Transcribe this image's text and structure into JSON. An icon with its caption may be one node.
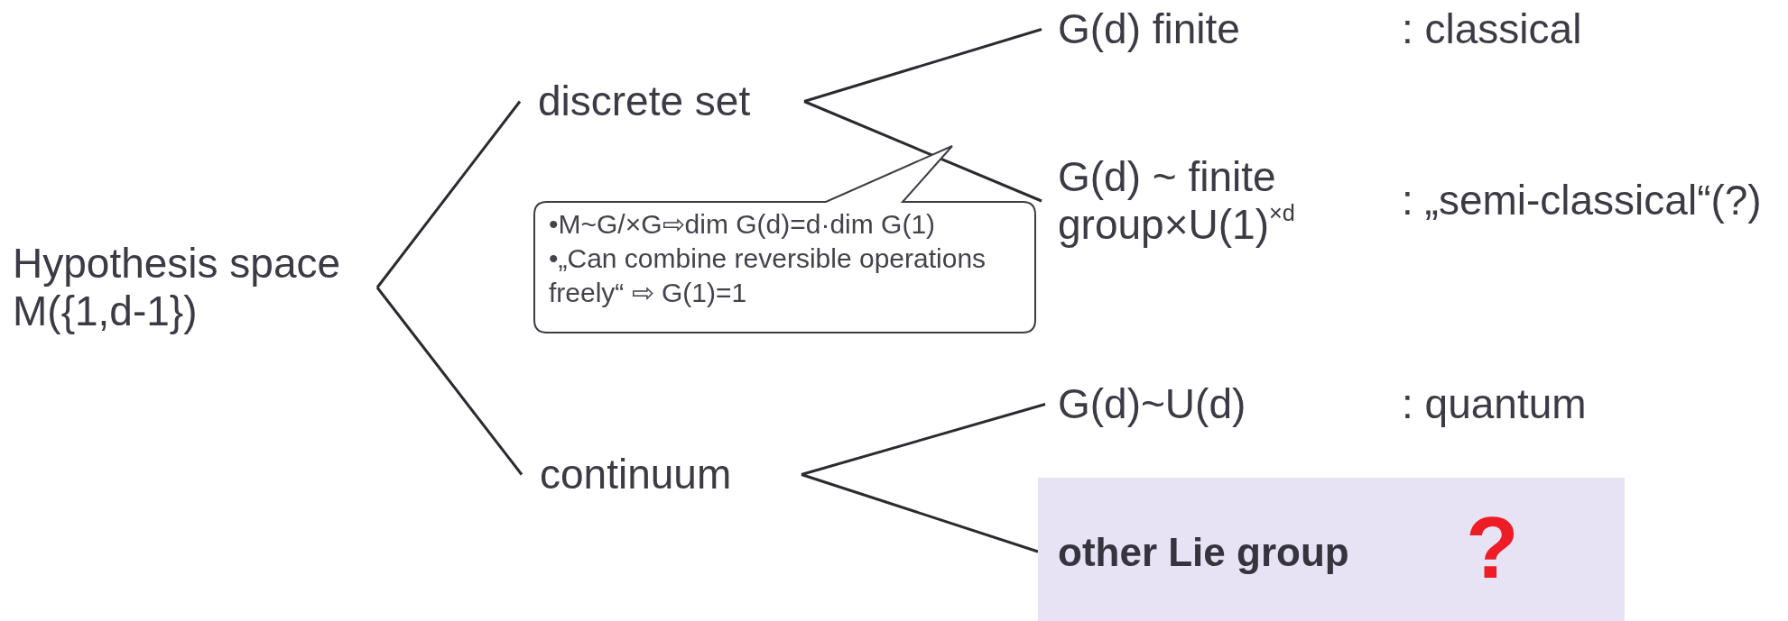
{
  "diagram": {
    "nodes": [
      {
        "text": [
          "Hypothesis space M({1,d-1})"
        ]
      },
      {
        "text": [
          "discrete set"
        ]
      },
      {
        "text": [
          "G(d) finite"
        ]
      },
      {
        "text": [
          "G(d) ~ finite group×U(1)$^{×d}$"
        ]
      },
      {
        "text": [
          "•M~G/×G⇨dim G(d)=d·dim G(1)",
          "•„Can combine reversible operations freely“ ⇨ G(1)=1"
        ]
      },
      {
        "text": [
          "continuum"
        ]
      },
      {
        "text": [
          "G(d)~U(d)"
        ]
      },
      {
        "text": [
          "other Lie group",
          "?"
        ]
      }
    ],
    "edges": [
      {
        "from": 0,
        "to": 1,
        "arrow": "none"
      },
      {
        "from": 0,
        "to": 5,
        "arrow": "none"
      },
      {
        "from": 1,
        "to": 2,
        "arrow": "none"
      },
      {
        "from": 1,
        "to": 3,
        "arrow": "none"
      },
      {
        "from": 5,
        "to": 6,
        "arrow": "none"
      },
      {
        "from": 5,
        "to": 7,
        "arrow": "none"
      }
    ],
    "labels": [
      ": classical",
      ": „semi-classical“(?)",
      ": quantum"
    ]
  }
}
